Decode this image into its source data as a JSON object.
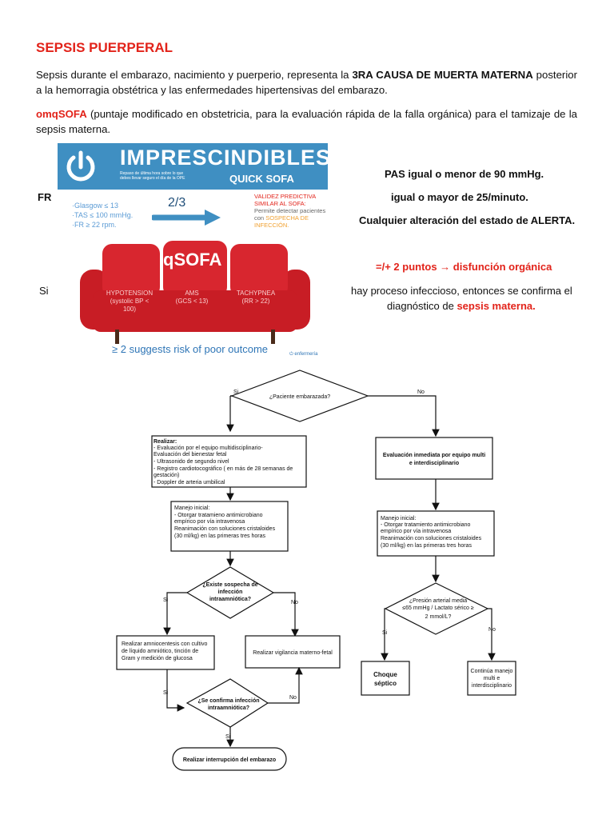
{
  "title": "SEPSIS PUERPERAL",
  "intro": {
    "before": "Sepsis durante el embarazo, nacimiento y puerperio, representa la ",
    "bold": "3RA CAUSA DE MUERTA MATERNA",
    "after": " posterior a la hemorragia obstétrica y las enfermedades hipertensivas del embarazo."
  },
  "omq": {
    "label": "omqSOFA",
    "text": " (puntaje modificado en obstetricia, para la evaluación rápida de la falla orgánica) para el tamizaje de la sepsis materna."
  },
  "image": {
    "banner_title": "IMPRESCINDIBLES",
    "banner_small": "Repaso de última hora sobre lo que debes llevar seguro el día de la OPE",
    "banner_sub": "QUICK SOFA",
    "glasgow": [
      "·Glasgow ≤ 13",
      "·TAS ≤ 100 mmHg.",
      "·FR ≥ 22 rpm."
    ],
    "fraction": "2/3",
    "valid_lines": [
      "VALIDEZ PREDICTIVA",
      "SIMILAR AL SOFA:"
    ],
    "valid_detail": [
      "Permite detectar pacientes",
      "con"
    ],
    "valid_highlight": [
      "SOSPECHA DE",
      "INFECCIÓN."
    ],
    "sofa_label": "qSOFA",
    "cells": [
      {
        "head": "HYPOTENSION",
        "sub": [
          "(systolic BP <",
          "100)"
        ]
      },
      {
        "head": "AMS",
        "sub": [
          "(GCS < 13)"
        ]
      },
      {
        "head": "TACHYPNEA",
        "sub": [
          "(RR > 22)"
        ]
      }
    ],
    "bottom": "≥ 2 suggests risk of poor outcome",
    "logo": "enfermería"
  },
  "side": {
    "fr": "FR",
    "si": "Si",
    "pas": "PAS igual o menor de 90 mmHg.",
    "fr_text": "igual o mayor de 25/minuto.",
    "alerta": "Cualquier alteración del estado de ALERTA.",
    "puntos": "=/+ 2 puntos → disfunción orgánica",
    "infeccion": "hay proceso infeccioso, entonces se confirma el",
    "diag_before": "diagnóstico de ",
    "diag_red": "sepsis materna."
  },
  "flow": {
    "q1": "¿Paciente embarazada?",
    "si": "Si",
    "no": "No",
    "realizar_title": "Realizar:",
    "realizar_items": [
      "- Evaluación por el equipo multidisciplinario-",
      "Evaluación del bienestar fetal",
      "- Ultrasonido de segundo nivel",
      "- Registro cardiotocográfico ( en más de 28 semanas de",
      "gestación)",
      "- Doppler de arteria umbilical"
    ],
    "eval_inmediata": [
      "Evaluación inmediata por equipo multi",
      "e interdisciplinario"
    ],
    "manejo_left": [
      "Manejo inicial:",
      "- Otorgar tratamieno antimicrobiano",
      "empírico por vía intravenosa",
      "Reanimación con soluciones cristaloides",
      "(30 ml/kg) en las primeras tres horas"
    ],
    "manejo_right": [
      "Manejo inicial:",
      "- Otorgar tratamiento antimicrobiano",
      "empírico por vía intravenosa",
      "Reanimación con soluciones cristaloides",
      "(30 ml/kg) en las primeras tres horas"
    ],
    "q2": [
      "¿Existe sospecha de",
      "infección",
      "intraamniótica?"
    ],
    "q_pres": [
      "¿Presión arterial media",
      "≤65 mmHg / Lactato sérico ≥",
      "2 mmol/L?"
    ],
    "amnio": [
      "Realizar amniocentesis con cultivo",
      "de líquido amniótico, tinción de",
      "Gram y medición de glucosa"
    ],
    "vigilancia": "Realizar vigilancia materno-fetal",
    "choque": [
      "Choque",
      "séptico"
    ],
    "continua": [
      "Continúa manejo",
      "multi e",
      "interdisciplinario"
    ],
    "q3": [
      "¿Se confirma infección",
      "intraamniótica?"
    ],
    "interrupcion": "Realizar interrupción del embarazo"
  }
}
